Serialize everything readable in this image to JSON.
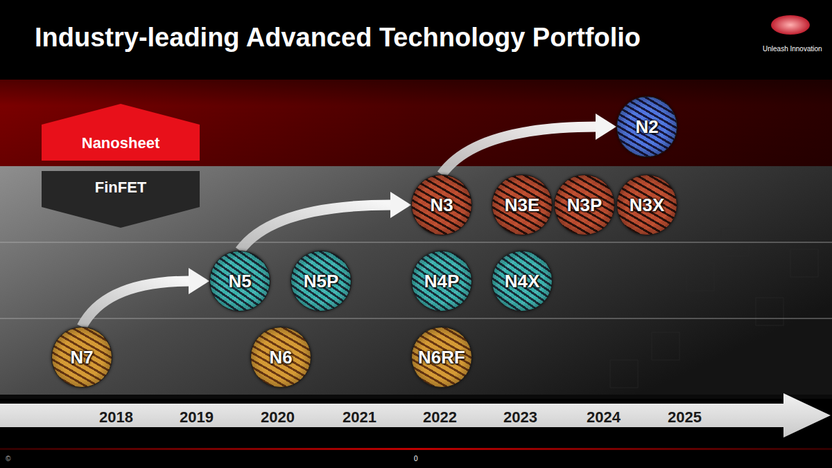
{
  "diagram": {
    "title": "Industry-leading Advanced Technology Portfolio",
    "nodes": [
      {
        "text": [
          "Nanosheet"
        ]
      },
      {
        "text": [
          "FinFET"
        ]
      },
      {
        "text": [
          "N2"
        ]
      },
      {
        "text": [
          "N3"
        ]
      },
      {
        "text": [
          "N3E"
        ]
      },
      {
        "text": [
          "N3P"
        ]
      },
      {
        "text": [
          "N3X"
        ]
      },
      {
        "text": [
          "N5"
        ]
      },
      {
        "text": [
          "N5P"
        ]
      },
      {
        "text": [
          "N4P"
        ]
      },
      {
        "text": [
          "N4X"
        ]
      },
      {
        "text": [
          "N7"
        ]
      },
      {
        "text": [
          "N6"
        ]
      },
      {
        "text": [
          "N6RF"
        ]
      }
    ],
    "edges": [
      {
        "from": 11,
        "to": 7,
        "arrow": "to"
      },
      {
        "from": 7,
        "to": 3,
        "arrow": "to"
      },
      {
        "from": 3,
        "to": 2,
        "arrow": "to"
      }
    ],
    "labels": [
      "Unleash Innovation",
      "2018",
      "2019",
      "2020",
      "2021",
      "2022",
      "2023",
      "2024",
      "2025",
      "©",
      "0"
    ]
  }
}
